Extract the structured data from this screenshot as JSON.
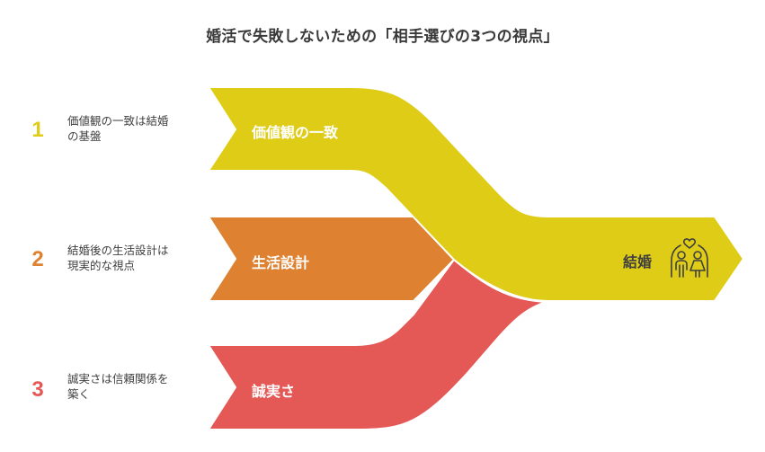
{
  "title": "婚活で失敗しないための「相手選びの3つの視点」",
  "colors": {
    "yellow": "#DECC17",
    "orange": "#DE8231",
    "red": "#E45856",
    "text_dark": "#3f3f3f",
    "text_light": "#ffffff"
  },
  "items": [
    {
      "number": "1",
      "band_label": "価値観の一致",
      "description_line1": "価値観の一致は結婚",
      "description_line2": "の基盤",
      "color": "#DECC17"
    },
    {
      "number": "2",
      "band_label": "生活設計",
      "description_line1": "結婚後の生活設計は",
      "description_line2": "現実的な視点",
      "color": "#DE8231"
    },
    {
      "number": "3",
      "band_label": "誠実さ",
      "description_line1": "誠実さは信頼関係を",
      "description_line2": "築く",
      "color": "#E45856"
    }
  ],
  "result": {
    "label": "結婚",
    "icon": "couple-under-arch-with-heart-icon"
  }
}
